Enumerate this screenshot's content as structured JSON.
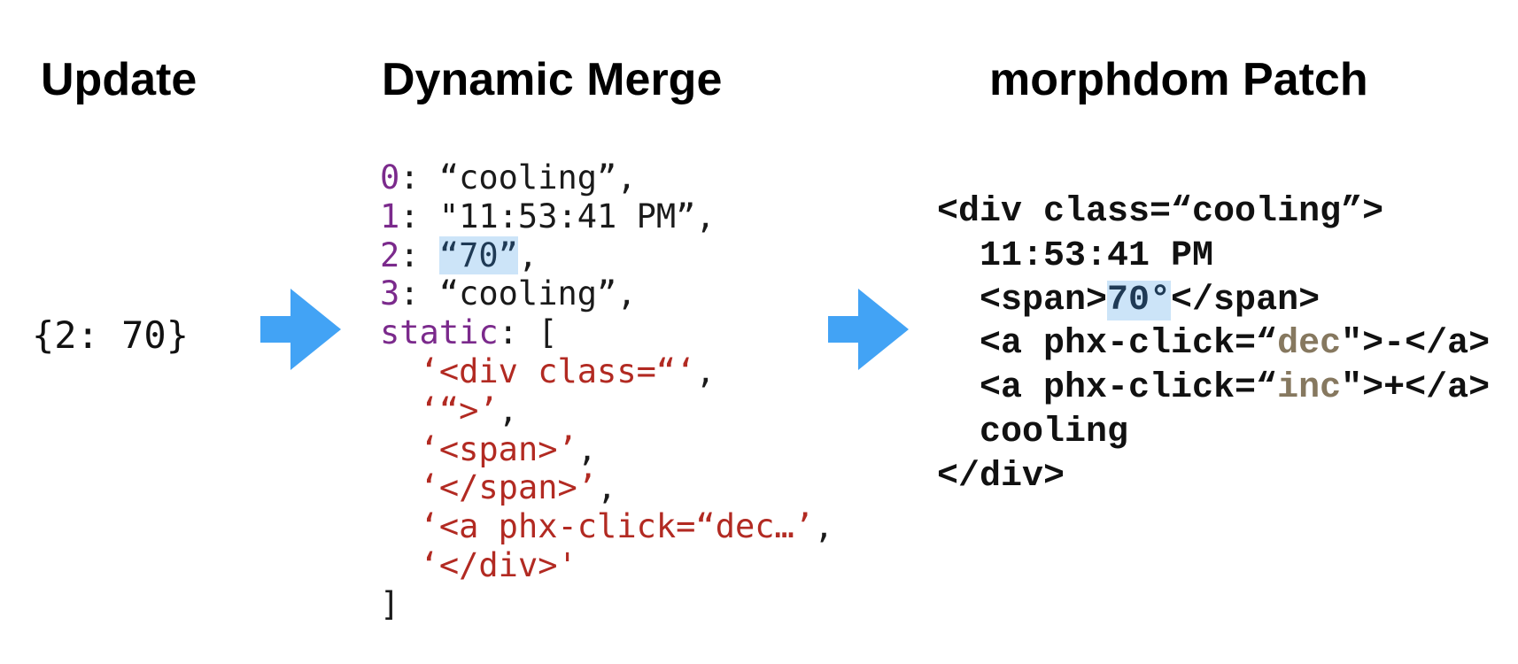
{
  "titles": {
    "update": "Update",
    "merge": "Dynamic Merge",
    "patch": "morphdom Patch"
  },
  "update_payload": "{2: 70}",
  "colors": {
    "arrow": "#42a3f5",
    "key": "#7b2a8c",
    "static_string": "#b22a22",
    "attr_value": "#86785f",
    "highlight": "#cce4f8"
  },
  "icons": [
    "arrow-right-icon",
    "arrow-right-icon"
  ],
  "merge_lines": [
    [
      {
        "t": "0",
        "c": "k"
      },
      {
        "t": ": “cooling”,",
        "c": ""
      }
    ],
    [
      {
        "t": "1",
        "c": "k"
      },
      {
        "t": ": \"11:53:41 PM”,",
        "c": ""
      }
    ],
    [
      {
        "t": "2",
        "c": "k"
      },
      {
        "t": ": ",
        "c": ""
      },
      {
        "t": "“70”",
        "c": "hl"
      },
      {
        "t": ",",
        "c": ""
      }
    ],
    [
      {
        "t": "3",
        "c": "k"
      },
      {
        "t": ": “cooling”,",
        "c": ""
      }
    ],
    [
      {
        "t": "static",
        "c": "k"
      },
      {
        "t": ": [",
        "c": ""
      }
    ],
    [
      {
        "t": "  ",
        "c": ""
      },
      {
        "t": "‘<div class=“‘",
        "c": "s"
      },
      {
        "t": ",",
        "c": ""
      }
    ],
    [
      {
        "t": "  ",
        "c": ""
      },
      {
        "t": "‘“>’",
        "c": "s"
      },
      {
        "t": ",",
        "c": ""
      }
    ],
    [
      {
        "t": "  ",
        "c": ""
      },
      {
        "t": "‘<span>’",
        "c": "s"
      },
      {
        "t": ",",
        "c": ""
      }
    ],
    [
      {
        "t": "  ",
        "c": ""
      },
      {
        "t": "‘</span>’",
        "c": "s"
      },
      {
        "t": ",",
        "c": ""
      }
    ],
    [
      {
        "t": "  ",
        "c": ""
      },
      {
        "t": "‘<a phx-click=“dec…’",
        "c": "s"
      },
      {
        "t": ",",
        "c": ""
      }
    ],
    [
      {
        "t": "  ",
        "c": ""
      },
      {
        "t": "‘</div>'",
        "c": "s"
      }
    ],
    [
      {
        "t": "]",
        "c": ""
      }
    ]
  ],
  "patch_lines": [
    [
      {
        "t": "<div class=“cooling”>",
        "c": ""
      }
    ],
    [
      {
        "t": "  11:53:41 PM",
        "c": ""
      }
    ],
    [
      {
        "t": "  <span>",
        "c": ""
      },
      {
        "t": "70°",
        "c": "hl"
      },
      {
        "t": "</span>",
        "c": ""
      }
    ],
    [
      {
        "t": "  <a phx-click=“",
        "c": ""
      },
      {
        "t": "dec",
        "c": "a"
      },
      {
        "t": "\">-</a>",
        "c": ""
      }
    ],
    [
      {
        "t": "  <a phx-click=“",
        "c": ""
      },
      {
        "t": "inc",
        "c": "a"
      },
      {
        "t": "\">+</a>",
        "c": ""
      }
    ],
    [
      {
        "t": "  cooling",
        "c": ""
      }
    ],
    [
      {
        "t": "</div>",
        "c": ""
      }
    ]
  ]
}
